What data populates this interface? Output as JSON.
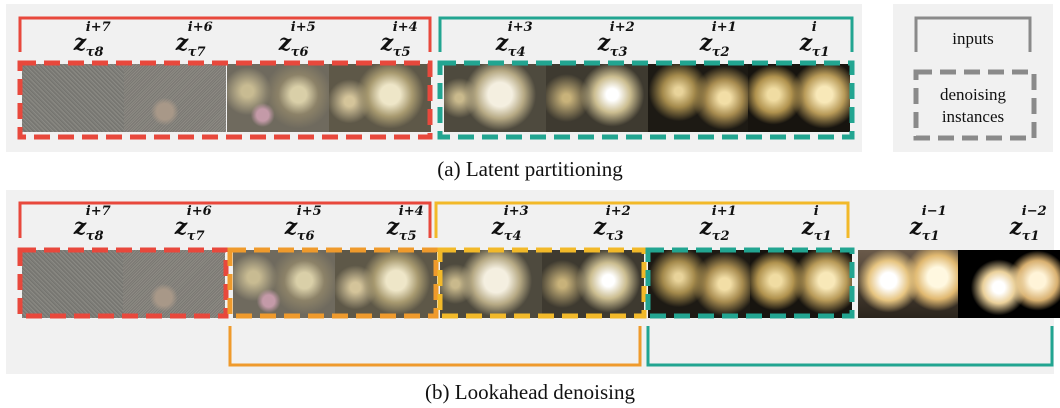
{
  "colors": {
    "red": "#e8483c",
    "teal": "#22a591",
    "orange": "#ef9a2c",
    "yellow": "#f2b929",
    "gray": "#8a8a8a"
  },
  "panel_a": {
    "caption": "(a) Latent partitioning",
    "labels": [
      {
        "base": "z",
        "sup": "i+7",
        "sub": "τ8"
      },
      {
        "base": "z",
        "sup": "i+6",
        "sub": "τ7"
      },
      {
        "base": "z",
        "sup": "i+5",
        "sub": "τ6"
      },
      {
        "base": "z",
        "sup": "i+4",
        "sub": "τ5"
      },
      {
        "base": "z",
        "sup": "i+3",
        "sub": "τ4"
      },
      {
        "base": "z",
        "sup": "i+2",
        "sub": "τ3"
      },
      {
        "base": "z",
        "sup": "i+1",
        "sub": "τ2"
      },
      {
        "base": "z",
        "sup": "i",
        "sub": "τ1"
      }
    ]
  },
  "legend": {
    "inputs": "inputs",
    "denoising_instances": "denoising instances"
  },
  "panel_b": {
    "caption": "(b) Lookahead denoising",
    "labels": [
      {
        "base": "z",
        "sup": "i+7",
        "sub": "τ8"
      },
      {
        "base": "z",
        "sup": "i+6",
        "sub": "τ7"
      },
      {
        "base": "z",
        "sup": "i+5",
        "sub": "τ6"
      },
      {
        "base": "z",
        "sup": "i+4",
        "sub": "τ5"
      },
      {
        "base": "z",
        "sup": "i+3",
        "sub": "τ4"
      },
      {
        "base": "z",
        "sup": "i+2",
        "sub": "τ3"
      },
      {
        "base": "z",
        "sup": "i+1",
        "sub": "τ2"
      },
      {
        "base": "z",
        "sup": "i",
        "sub": "τ1"
      },
      {
        "base": "z",
        "sup": "i−1",
        "sub": "τ1"
      },
      {
        "base": "z",
        "sup": "i−2",
        "sub": "τ1"
      }
    ]
  }
}
